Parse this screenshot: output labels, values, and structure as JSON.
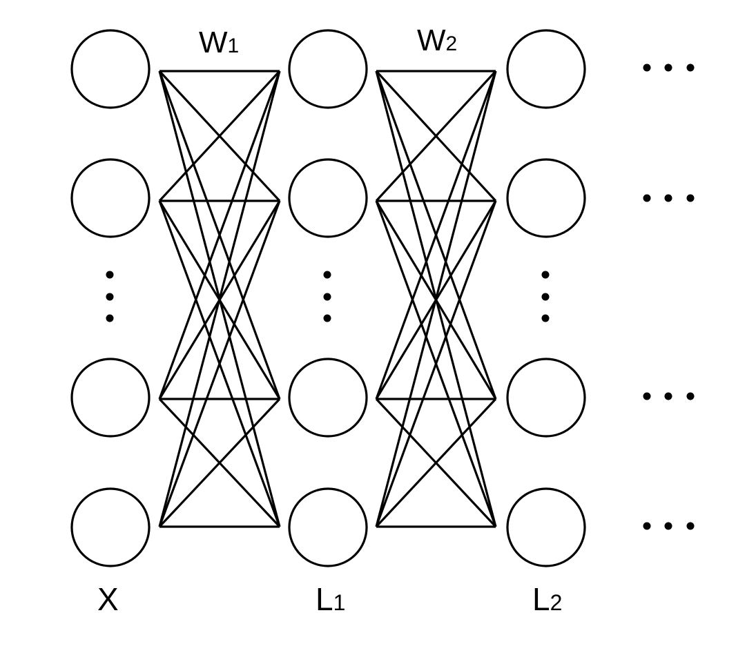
{
  "diagram": {
    "layers": [
      {
        "main": "X",
        "sub": ""
      },
      {
        "main": "L",
        "sub": "1"
      },
      {
        "main": "L",
        "sub": "2"
      }
    ],
    "weights": [
      {
        "main": "W",
        "sub": "1"
      },
      {
        "main": "W",
        "sub": "2"
      }
    ],
    "nodes_per_layer_shown": 4,
    "has_vertical_ellipsis": true,
    "has_trailing_ellipsis": true,
    "colors": {
      "stroke": "#000000",
      "background": "#ffffff"
    }
  }
}
